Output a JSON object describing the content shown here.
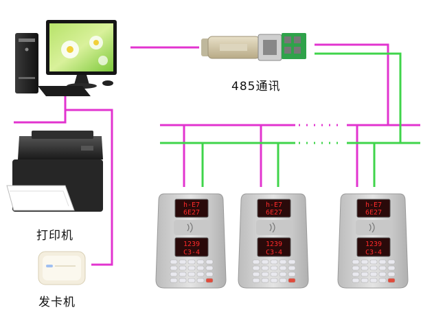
{
  "labels": {
    "comm": "485通讯",
    "printer": "打印机",
    "card_issuer": "发卡机"
  },
  "terminals": [
    {
      "top_display": [
        "h-E7",
        "6E27"
      ],
      "bottom_display": [
        "1239",
        "C3-4"
      ]
    },
    {
      "top_display": [
        "h-E7",
        "6E27"
      ],
      "bottom_display": [
        "1239",
        "C3-4"
      ]
    },
    {
      "top_display": [
        "h-E7",
        "6E27"
      ],
      "bottom_display": [
        "1239",
        "C3-4"
      ]
    }
  ],
  "colors": {
    "bus_magenta": "#e233cf",
    "bus_green": "#3fd44a",
    "terminal_body": "#d3d3d3",
    "display_bg": "#2a0a0a",
    "display_text": "#ff2a2a",
    "keypad_key": "#e9e9ef",
    "keypad_red_key": "#e04a3a"
  },
  "icons": [
    "desktop-computer-icon",
    "monitor-icon",
    "converter-icon",
    "printer-icon",
    "card-issuer-icon",
    "card-terminal-icon"
  ]
}
